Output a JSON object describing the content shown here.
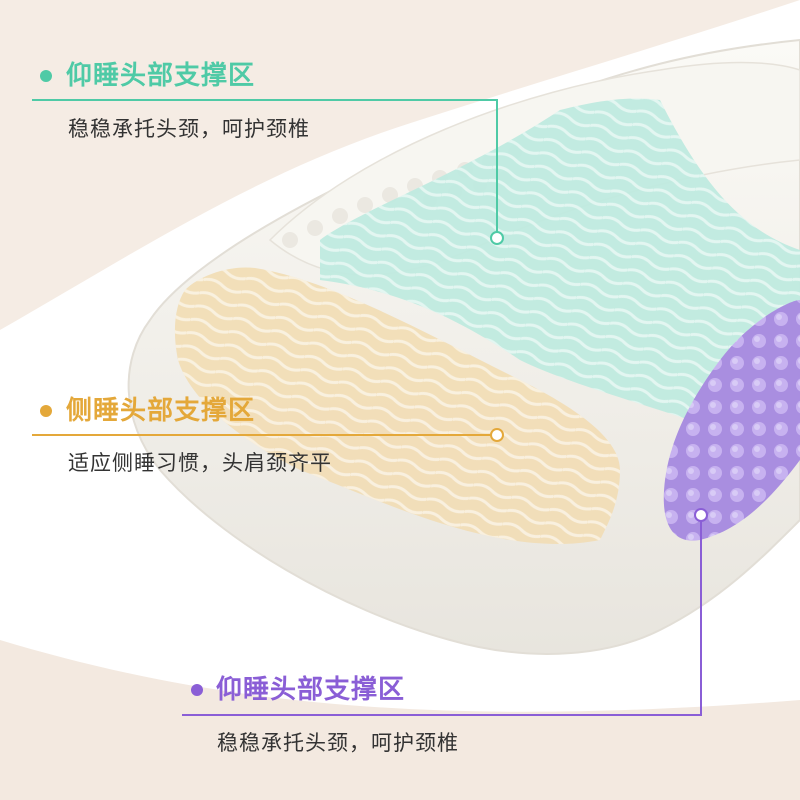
{
  "zones": [
    {
      "id": "back-sleep-head",
      "title": "仰睡头部支撑区",
      "description": "稳稳承托头颈，呵护颈椎",
      "color": "#4fcaa6"
    },
    {
      "id": "side-sleep-head",
      "title": "侧睡头部支撑区",
      "description": "适应侧睡习惯，头肩颈齐平",
      "color": "#e4a83a"
    },
    {
      "id": "back-sleep-head-bottom",
      "title": "仰睡头部支撑区",
      "description": "稳稳承托头颈，呵护颈椎",
      "color": "#8a5ed6"
    }
  ],
  "colors": {
    "background": "#f5ece4",
    "pillow": "#f3f1ec",
    "zone_green": "#bfeadf",
    "zone_yellow": "#f1ddb6",
    "zone_purple": "#b79ce8"
  }
}
